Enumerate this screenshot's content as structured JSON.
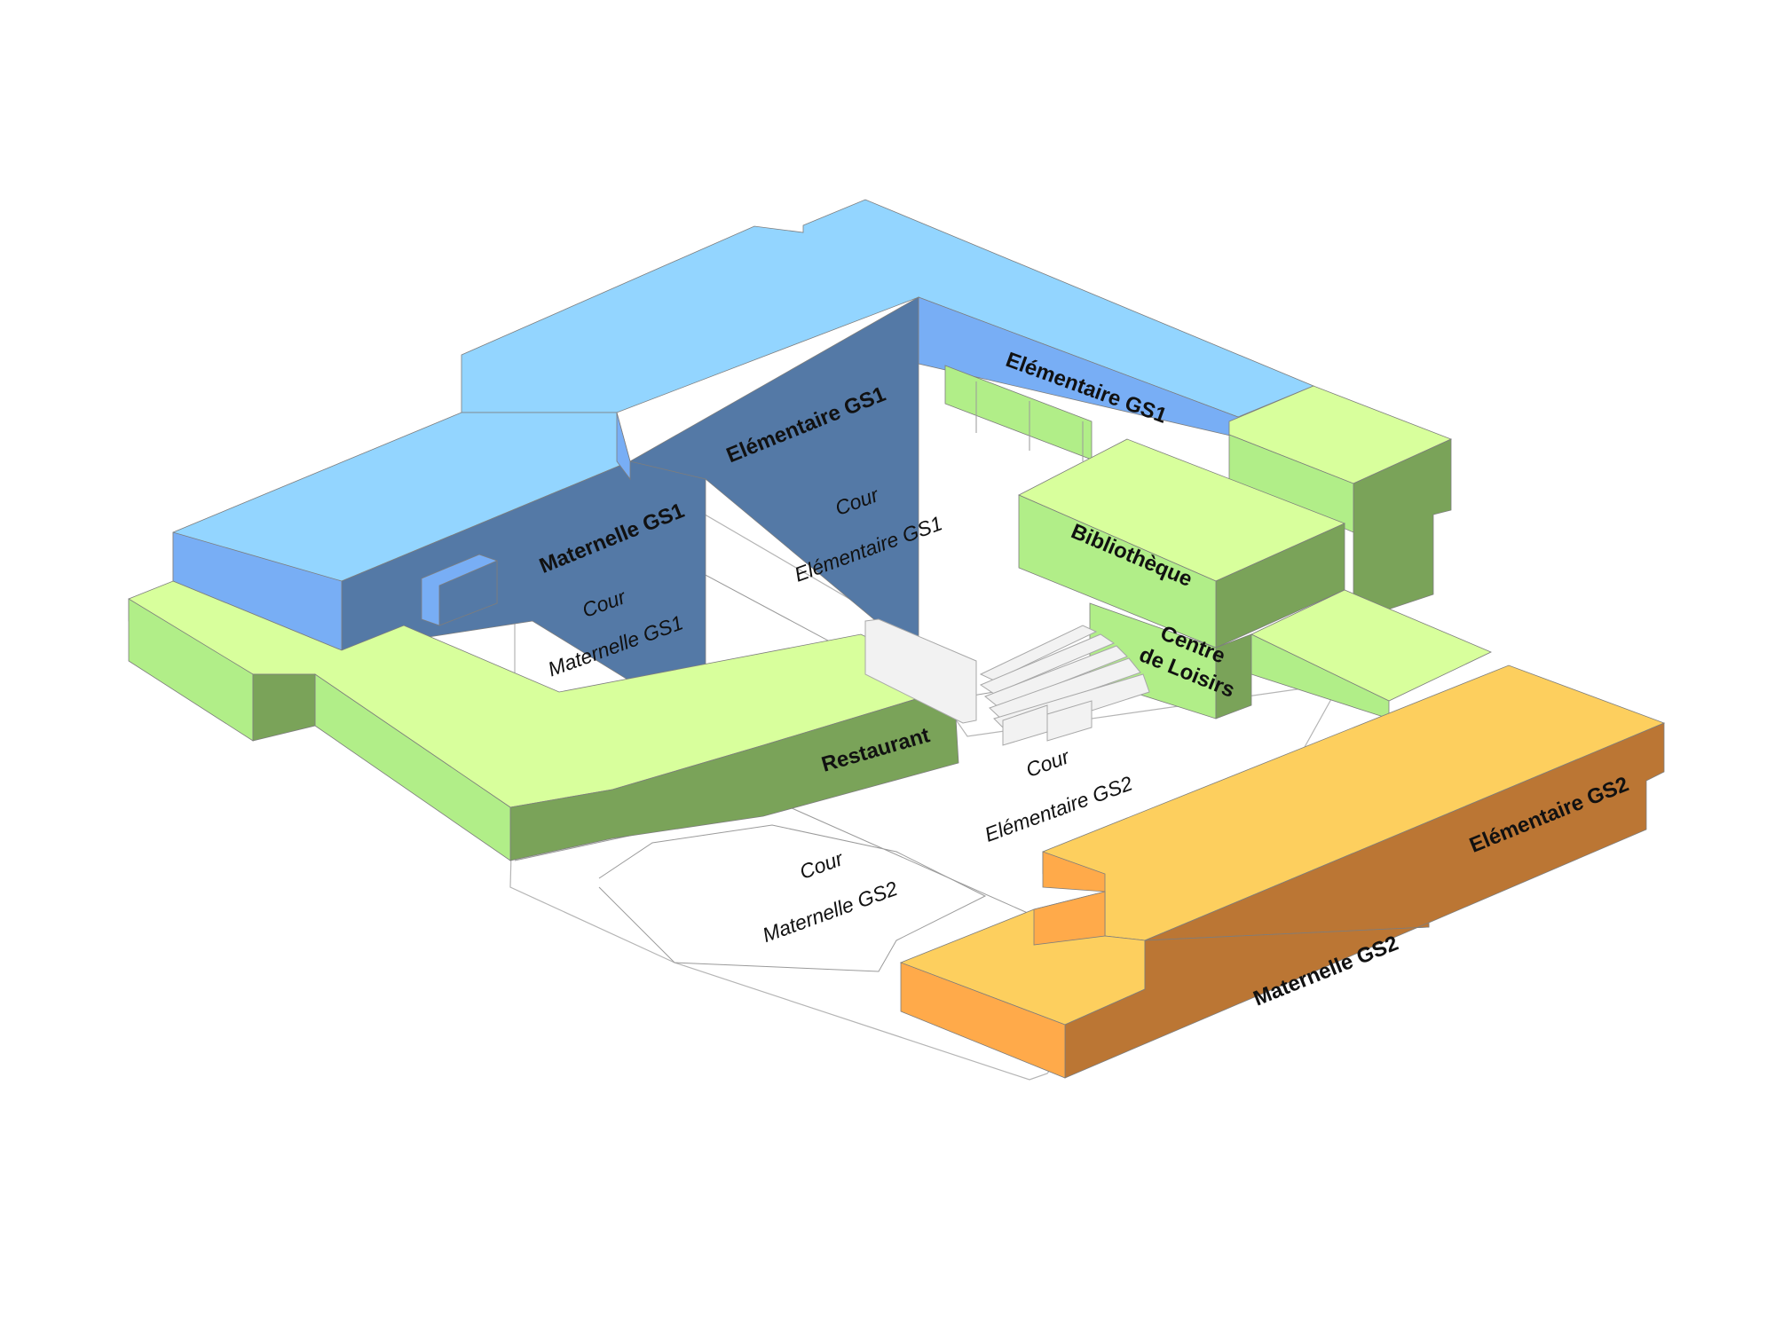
{
  "diagram": {
    "buildings": [
      {
        "id": "elementaire-gs1-south",
        "label": "Elémentaire GS1"
      },
      {
        "id": "elementaire-gs1-east",
        "label": "Elémentaire GS1"
      },
      {
        "id": "maternelle-gs1",
        "label": "Maternelle GS1"
      },
      {
        "id": "bibliotheque",
        "label": "Bibliothèque"
      },
      {
        "id": "centre-loisirs",
        "label_line1": "Centre",
        "label_line2": "de Loisirs"
      },
      {
        "id": "restaurant",
        "label": "Restaurant"
      },
      {
        "id": "elementaire-gs2",
        "label": "Elémentaire GS2"
      },
      {
        "id": "maternelle-gs2",
        "label": "Maternelle GS2"
      }
    ],
    "courtyards": [
      {
        "id": "cour-elementaire-gs1",
        "line1": "Cour",
        "line2": "Elémentaire GS1"
      },
      {
        "id": "cour-maternelle-gs1",
        "line1": "Cour",
        "line2": "Maternelle GS1"
      },
      {
        "id": "cour-elementaire-gs2",
        "line1": "Cour",
        "line2": "Elémentaire GS2"
      },
      {
        "id": "cour-maternelle-gs2",
        "line1": "Cour",
        "line2": "Maternelle GS2"
      }
    ],
    "colors": {
      "blue_top": "#93d5ff",
      "blue_side_light": "#78aef5",
      "blue_side_dark": "#5479a6",
      "green_top": "#d8ff9c",
      "green_side_light": "#b1ee88",
      "green_side_dark": "#7aa359",
      "orange_top": "#fdcf5e",
      "orange_side_light": "#ffaa4a",
      "orange_side_dark": "#bb7634"
    }
  }
}
